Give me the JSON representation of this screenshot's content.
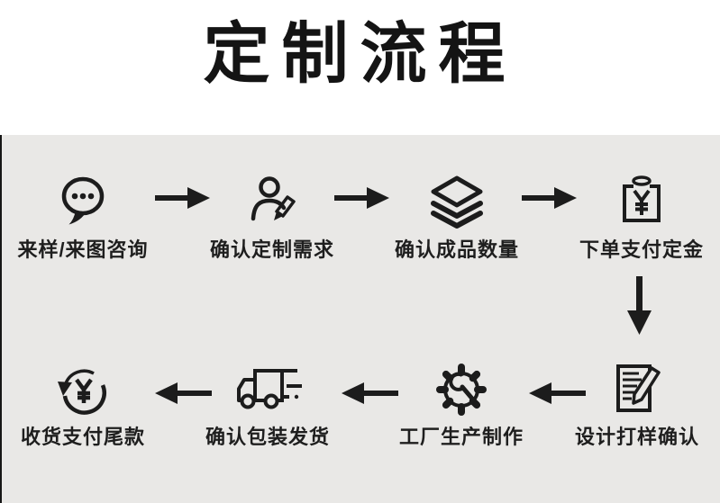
{
  "title": "定制流程",
  "colors": {
    "page_bg": "#ffffff",
    "panel_bg": "#e9e8e6",
    "ink": "#1c1c1c",
    "panel_border": "#161616"
  },
  "flow": {
    "row1": [
      {
        "icon": "chat-bubble-icon",
        "label": "来样/来图咨询"
      },
      {
        "icon": "person-pencil-icon",
        "label": "确认定制需求"
      },
      {
        "icon": "layers-stack-icon",
        "label": "确认成品数量"
      },
      {
        "icon": "yen-bag-icon",
        "label": "下单支付定金"
      }
    ],
    "row2": [
      {
        "icon": "yen-refresh-icon",
        "label": "收货支付尾款"
      },
      {
        "icon": "truck-icon",
        "label": "确认包装发货"
      },
      {
        "icon": "gear-wrench-icon",
        "label": "工厂生产制作"
      },
      {
        "icon": "document-pencil-icon",
        "label": "设计打样确认"
      }
    ],
    "direction_row1": "left-to-right",
    "direction_row2": "right-to-left"
  }
}
